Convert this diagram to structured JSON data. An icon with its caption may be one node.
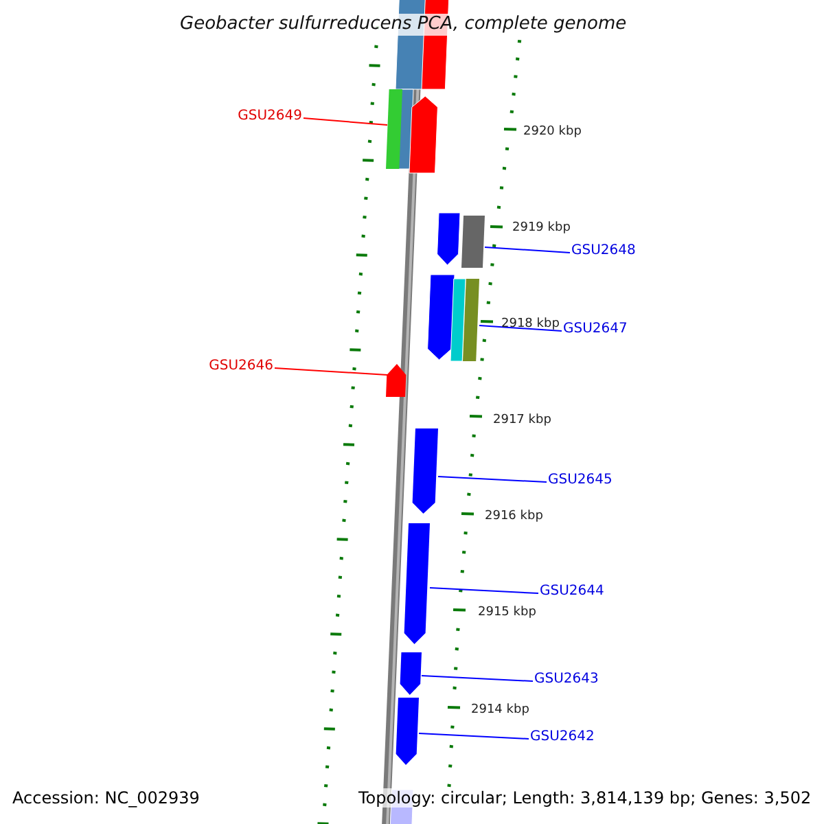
{
  "diagram": {
    "title": "Geobacter sulfurreducens PCA, complete genome",
    "nodes": [
      {
        "text": [
          "GSU2649"
        ]
      },
      {
        "text": [],
        "shape": "bar"
      },
      {
        "text": [
          "GSU2648"
        ]
      },
      {
        "text": [],
        "shape": "bar"
      },
      {
        "text": [
          "GSU2647"
        ]
      },
      {
        "text": [],
        "shape": "bar"
      },
      {
        "text": [
          "GSU2646"
        ]
      },
      {
        "text": [],
        "shape": "bar"
      },
      {
        "text": [
          "GSU2645"
        ]
      },
      {
        "text": [],
        "shape": "bar"
      },
      {
        "text": [
          "GSU2644"
        ]
      },
      {
        "text": [],
        "shape": "bar"
      },
      {
        "text": [
          "GSU2643"
        ]
      },
      {
        "text": [],
        "shape": "bar"
      },
      {
        "text": [
          "GSU2642"
        ]
      },
      {
        "text": [],
        "shape": "bar"
      }
    ],
    "edges": [
      {
        "from": 0,
        "to": 1,
        "arrow": "none",
        "color": "#ff0000"
      },
      {
        "from": 2,
        "to": 3,
        "arrow": "none"
      },
      {
        "from": 4,
        "to": 5,
        "arrow": "none"
      },
      {
        "from": 6,
        "to": 7,
        "arrow": "none",
        "color": "#ff0000"
      },
      {
        "from": 8,
        "to": 9,
        "arrow": "none"
      },
      {
        "from": 10,
        "to": 11,
        "arrow": "none"
      },
      {
        "from": 12,
        "to": 13,
        "arrow": "none"
      },
      {
        "from": 14,
        "to": 15,
        "arrow": "none"
      }
    ],
    "labels": [
      "2920 kbp",
      "2919 kbp",
      "2918 kbp",
      "2917 kbp",
      "2916 kbp",
      "2915 kbp",
      "2914 kbp",
      "Accession: NC_002939",
      "Topology: circular; Length: 3,814,139 bp; Genes: 3,502"
    ]
  }
}
